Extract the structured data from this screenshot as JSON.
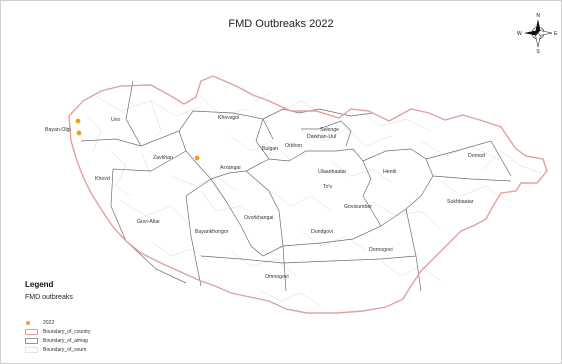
{
  "title": "FMD Outbreaks 2022",
  "colors": {
    "country_boundary": "#e3a0a0",
    "aimag_boundary": "#6e6e6e",
    "soum_boundary": "#d9d9d9",
    "outbreak_marker": "#f0a020"
  },
  "compass": {
    "north": "N",
    "south": "S",
    "east": "E",
    "west": "W"
  },
  "aimags": [
    {
      "name": "Uvs",
      "label": "Uvs"
    },
    {
      "name": "Bayan-Olgii",
      "label": "Bayan-Olgi"
    },
    {
      "name": "Khovsgol",
      "label": "Khovsgol"
    },
    {
      "name": "Selenge",
      "label": "Selenge"
    },
    {
      "name": "Darkhan-Uul",
      "label": "Darkhan-Uul"
    },
    {
      "name": "Orkhon",
      "label": "Orkhon"
    },
    {
      "name": "Bulgan",
      "label": "Bulgan"
    },
    {
      "name": "Zavkhan",
      "label": "Zavkhan"
    },
    {
      "name": "Arkhangai",
      "label": "Arxangai"
    },
    {
      "name": "Khovd",
      "label": "Khovd"
    },
    {
      "name": "Ulaanbaatar",
      "label": "Ulaanbaatar"
    },
    {
      "name": "Tov",
      "label": "To'v"
    },
    {
      "name": "Khentii",
      "label": "Hentii"
    },
    {
      "name": "Dornod",
      "label": "Dornod"
    },
    {
      "name": "Sukhbaatar",
      "label": "Sukhbaatar"
    },
    {
      "name": "Govisumber",
      "label": "Govisumber"
    },
    {
      "name": "Govi-Altai",
      "label": "Govi-Altai"
    },
    {
      "name": "Bayankhongor",
      "label": "Bayankhongor"
    },
    {
      "name": "Ovorkhangai",
      "label": "Ovorkhangai"
    },
    {
      "name": "Dundgovi",
      "label": "Dundgovi"
    },
    {
      "name": "Dornogovi",
      "label": "Dornogovi"
    },
    {
      "name": "Omnogovi",
      "label": "Omnogovi"
    }
  ],
  "outbreaks": [
    {
      "year": "2022",
      "aimag": "Bayan-Olgii"
    },
    {
      "year": "2022",
      "aimag": "Bayan-Olgii"
    },
    {
      "year": "2022",
      "aimag": "Zavkhan"
    }
  ],
  "legend": {
    "title": "Legend",
    "subtitle": "FMD outbreaks",
    "items": [
      {
        "label": "2022",
        "symbol": "outbreak-dot"
      },
      {
        "label": "Boundary_of_country",
        "symbol": "country-box"
      },
      {
        "label": "Boundary_of_aimag",
        "symbol": "aimag-box"
      },
      {
        "label": "Boundary_of_soum",
        "symbol": "soum-box"
      }
    ]
  }
}
